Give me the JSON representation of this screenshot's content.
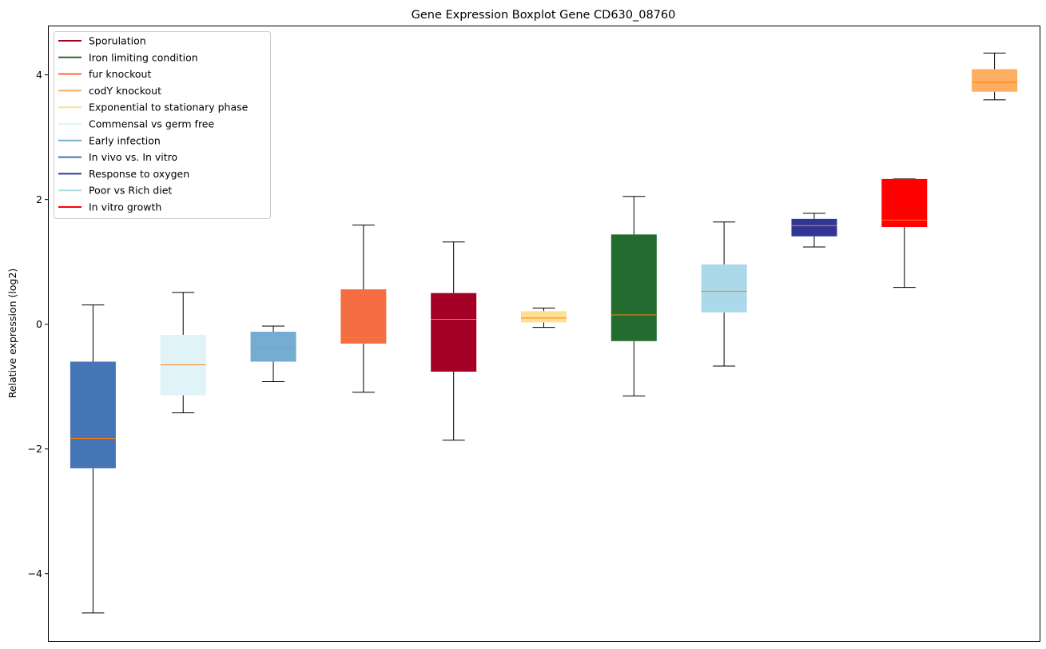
{
  "chart_data": {
    "type": "box",
    "title": "Gene Expression Boxplot Gene CD630_08760",
    "xlabel": "",
    "ylabel": "Relative expression (log2)",
    "ylim": [
      -5.08,
      4.79
    ],
    "xlim": [
      0.5,
      11.5
    ],
    "yticks": [
      -4,
      -2,
      0,
      2,
      4
    ],
    "ytick_labels": [
      "−4",
      "−2",
      "0",
      "2",
      "4"
    ],
    "grid": false,
    "legend_position": "top-left",
    "median_color": "#ff7f0e",
    "series": [
      {
        "name": "In vivo vs. In vitro",
        "color": "#4575b4",
        "whislo": -4.63,
        "q1": -2.31,
        "med": -1.83,
        "q3": -0.6,
        "whishi": 0.31
      },
      {
        "name": "Commensal vs germ free",
        "color": "#e0f3f8",
        "whislo": -1.42,
        "q1": -1.14,
        "med": -0.65,
        "q3": -0.17,
        "whishi": 0.51
      },
      {
        "name": "Early infection",
        "color": "#74add1",
        "whislo": -0.92,
        "q1": -0.6,
        "med": -0.37,
        "q3": -0.12,
        "whishi": -0.03
      },
      {
        "name": "fur knockout",
        "color": "#f46d43",
        "whislo": -1.09,
        "q1": -0.31,
        "med": -0.21,
        "q3": 0.56,
        "whishi": 1.59
      },
      {
        "name": "Sporulation",
        "color": "#a50026",
        "whislo": -1.86,
        "q1": -0.76,
        "med": 0.08,
        "q3": 0.5,
        "whishi": 1.32
      },
      {
        "name": "Exponential to stationary phase",
        "color": "#fee090",
        "whislo": -0.05,
        "q1": 0.03,
        "med": 0.1,
        "q3": 0.21,
        "whishi": 0.26
      },
      {
        "name": "Iron limiting condition",
        "color": "#236b2e",
        "whislo": -1.15,
        "q1": -0.27,
        "med": 0.15,
        "q3": 1.44,
        "whishi": 2.05
      },
      {
        "name": "Poor vs Rich diet",
        "color": "#abd9e9",
        "whislo": -0.67,
        "q1": 0.19,
        "med": 0.53,
        "q3": 0.96,
        "whishi": 1.64
      },
      {
        "name": "Response to oxygen",
        "color": "#313695",
        "whislo": 1.24,
        "q1": 1.41,
        "med": 1.58,
        "q3": 1.69,
        "whishi": 1.78
      },
      {
        "name": "In vitro growth",
        "color": "#ff0000",
        "whislo": 0.59,
        "q1": 1.56,
        "med": 1.67,
        "q3": 2.33,
        "whishi": 2.33
      },
      {
        "name": "codY knockout",
        "color": "#fdae61",
        "whislo": 3.6,
        "q1": 3.73,
        "med": 3.88,
        "q3": 4.09,
        "whishi": 4.35
      }
    ],
    "legend": [
      {
        "label": "Sporulation",
        "color": "#a50026"
      },
      {
        "label": "Iron limiting condition",
        "color": "#236b2e"
      },
      {
        "label": "fur knockout",
        "color": "#f46d43"
      },
      {
        "label": "codY knockout",
        "color": "#fdae61"
      },
      {
        "label": "Exponential to stationary phase",
        "color": "#fee090"
      },
      {
        "label": "Commensal vs germ free",
        "color": "#e0f3f8"
      },
      {
        "label": "Early infection",
        "color": "#74add1"
      },
      {
        "label": "In vivo vs. In vitro",
        "color": "#4575b4"
      },
      {
        "label": "Response to oxygen",
        "color": "#313695"
      },
      {
        "label": "Poor vs Rich diet",
        "color": "#abd9e9"
      },
      {
        "label": "In vitro growth",
        "color": "#ff0000"
      }
    ]
  }
}
